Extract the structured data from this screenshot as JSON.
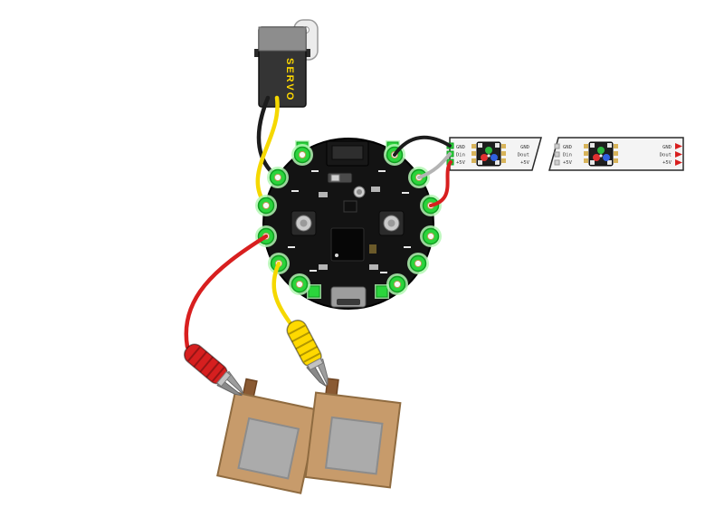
{
  "servo": {
    "label": "SERVO"
  },
  "led_strip": {
    "segments": [
      {
        "left_labels": [
          "GND",
          "Din",
          "+5V"
        ],
        "right_labels": [
          "GND",
          "Dout",
          "+5V"
        ]
      },
      {
        "left_labels": [
          "GND",
          "Din",
          "+5V"
        ],
        "right_labels": [
          "GND",
          "Dout",
          "+5V"
        ]
      }
    ]
  },
  "colors": {
    "servo_label": "#ffd900",
    "board_black": "#131313",
    "pad_green": "#2bd43c",
    "pad_glow": "#b4f7b4",
    "wire_black": "#1c1c1c",
    "wire_yellow": "#f5d800",
    "wire_red": "#d81f1f",
    "wire_gray": "#b4b4b4",
    "clip_red": "#d61f1f",
    "clip_yellow": "#ffd900",
    "copper_tan": "#c79b6b",
    "foil_gray": "#ababab",
    "tab_brown": "#8a5a33",
    "strip_white": "#f4f4f4",
    "led_red": "#e03030",
    "led_green": "#30b840",
    "led_blue": "#3060e0"
  }
}
